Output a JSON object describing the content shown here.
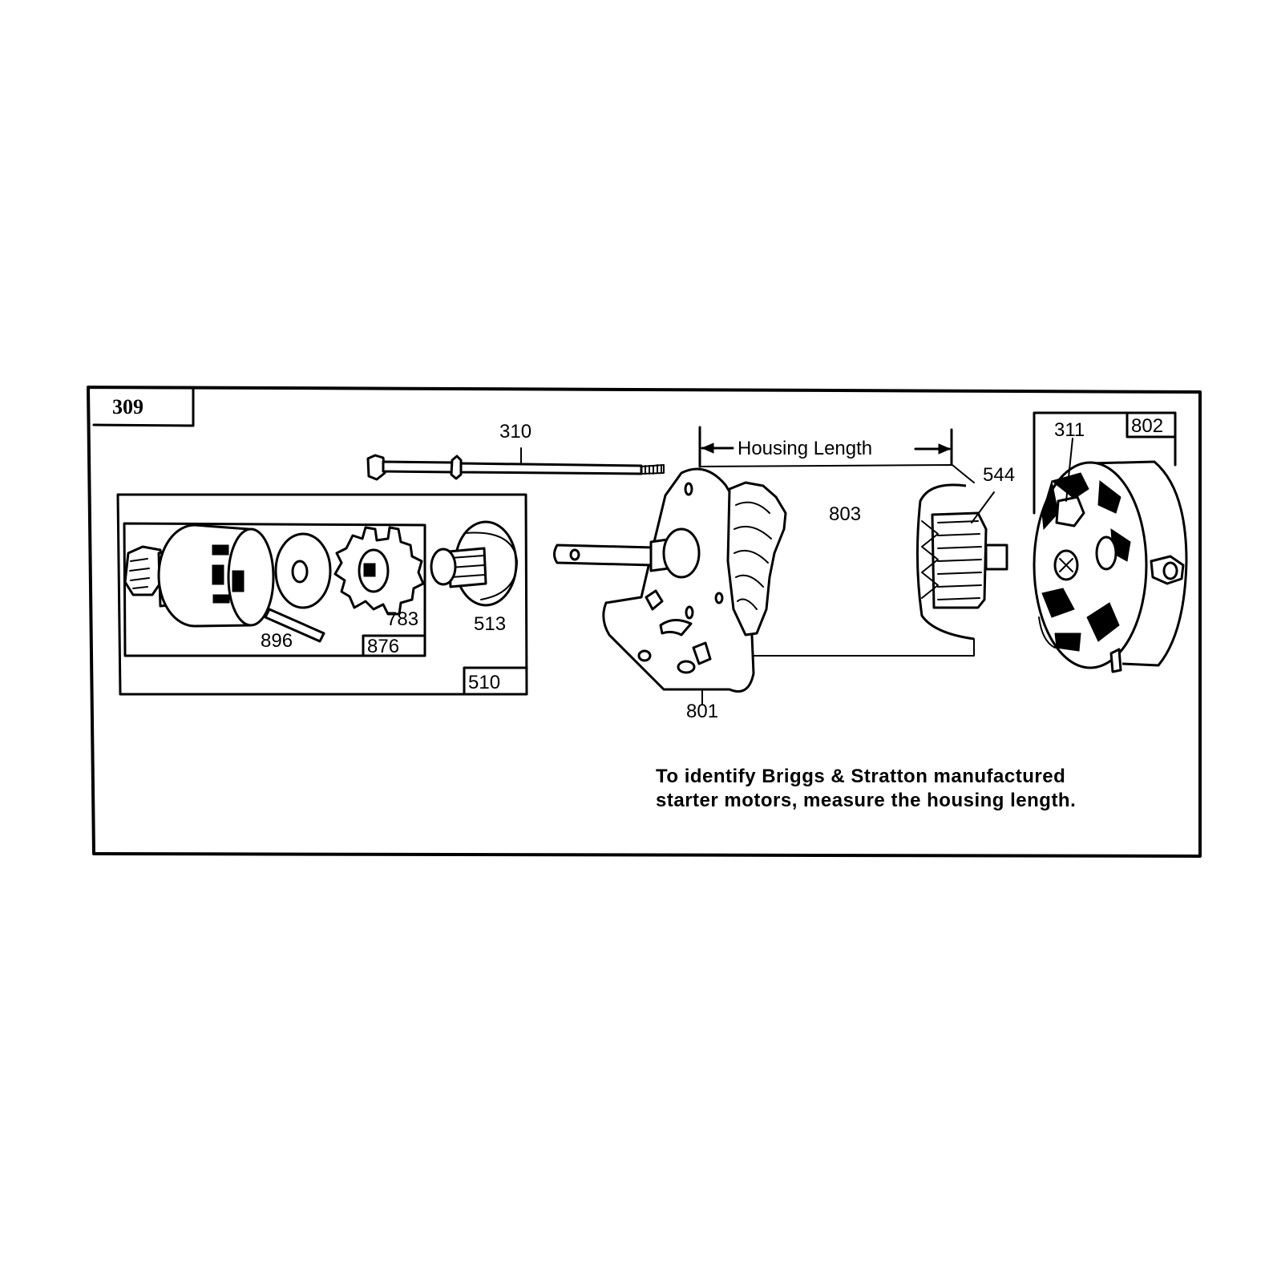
{
  "diagram": {
    "group_label": "309",
    "subassembly_label": "510",
    "inner_group_label": "876",
    "dimension_label": "Housing Length",
    "parts": {
      "p310": "310",
      "p311": "311",
      "p802": "802",
      "p544": "544",
      "p803": "803",
      "p801": "801",
      "p896": "896",
      "p783": "783",
      "p513": "513"
    },
    "note_line1": "To identify Briggs & Stratton manufactured",
    "note_line2": "starter motors, measure the housing length."
  }
}
